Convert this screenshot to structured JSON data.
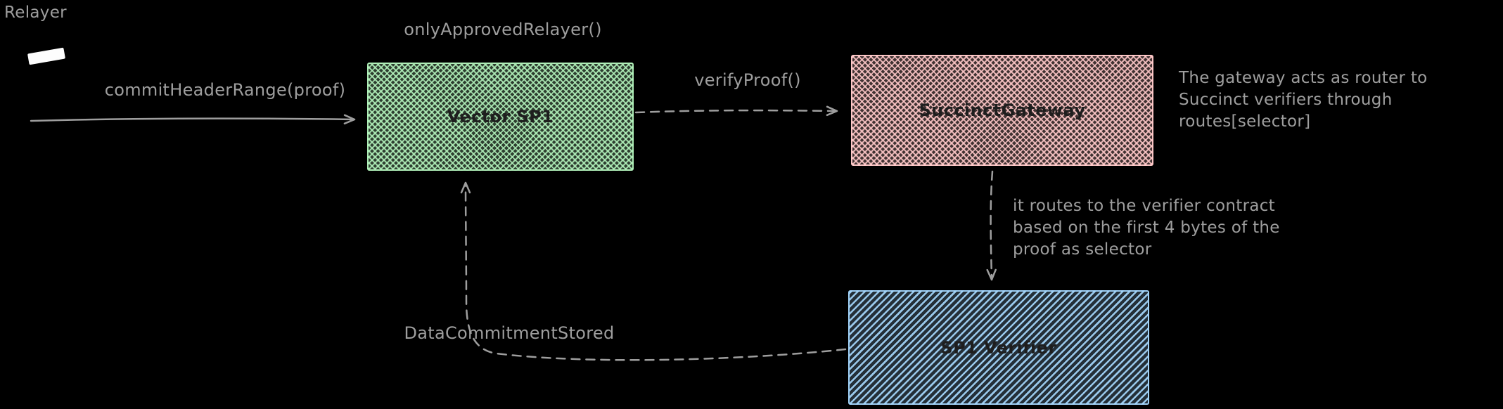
{
  "diagram": {
    "background": "#000000",
    "text_color": "#9e9e9e",
    "arrow_color": "#9e9e9e"
  },
  "relayer": {
    "label": "Relayer",
    "icon": "relayer-shape-icon"
  },
  "boxes": {
    "vector_sp1": {
      "label": "Vector SP1",
      "hatch": "#b2f2bb"
    },
    "succinct_gateway": {
      "label": "SuccinctGateway",
      "hatch": "#ffc9c9"
    },
    "sp1_verifier": {
      "label": "SP1 Verifier",
      "hatch": "#a5d8ff"
    }
  },
  "edges": {
    "commit_header_range": {
      "label": "commitHeaderRange(proof)",
      "style": "solid"
    },
    "only_approved_relayer": {
      "label": "onlyApprovedRelayer()"
    },
    "verify_proof": {
      "label": "verifyProof()",
      "style": "dashed"
    },
    "gateway_to_verifier": {
      "style": "dashed"
    },
    "data_commitment_stored": {
      "label": "DataCommitmentStored",
      "style": "dashed"
    }
  },
  "annotations": {
    "gateway_note": {
      "lines": [
        "The gateway acts as router to",
        "Succinct verifiers through",
        "routes[selector]"
      ]
    },
    "selector_note": {
      "lines": [
        "it routes to the verifier contract",
        "based on the first 4 bytes of the",
        "proof as selector"
      ]
    }
  }
}
